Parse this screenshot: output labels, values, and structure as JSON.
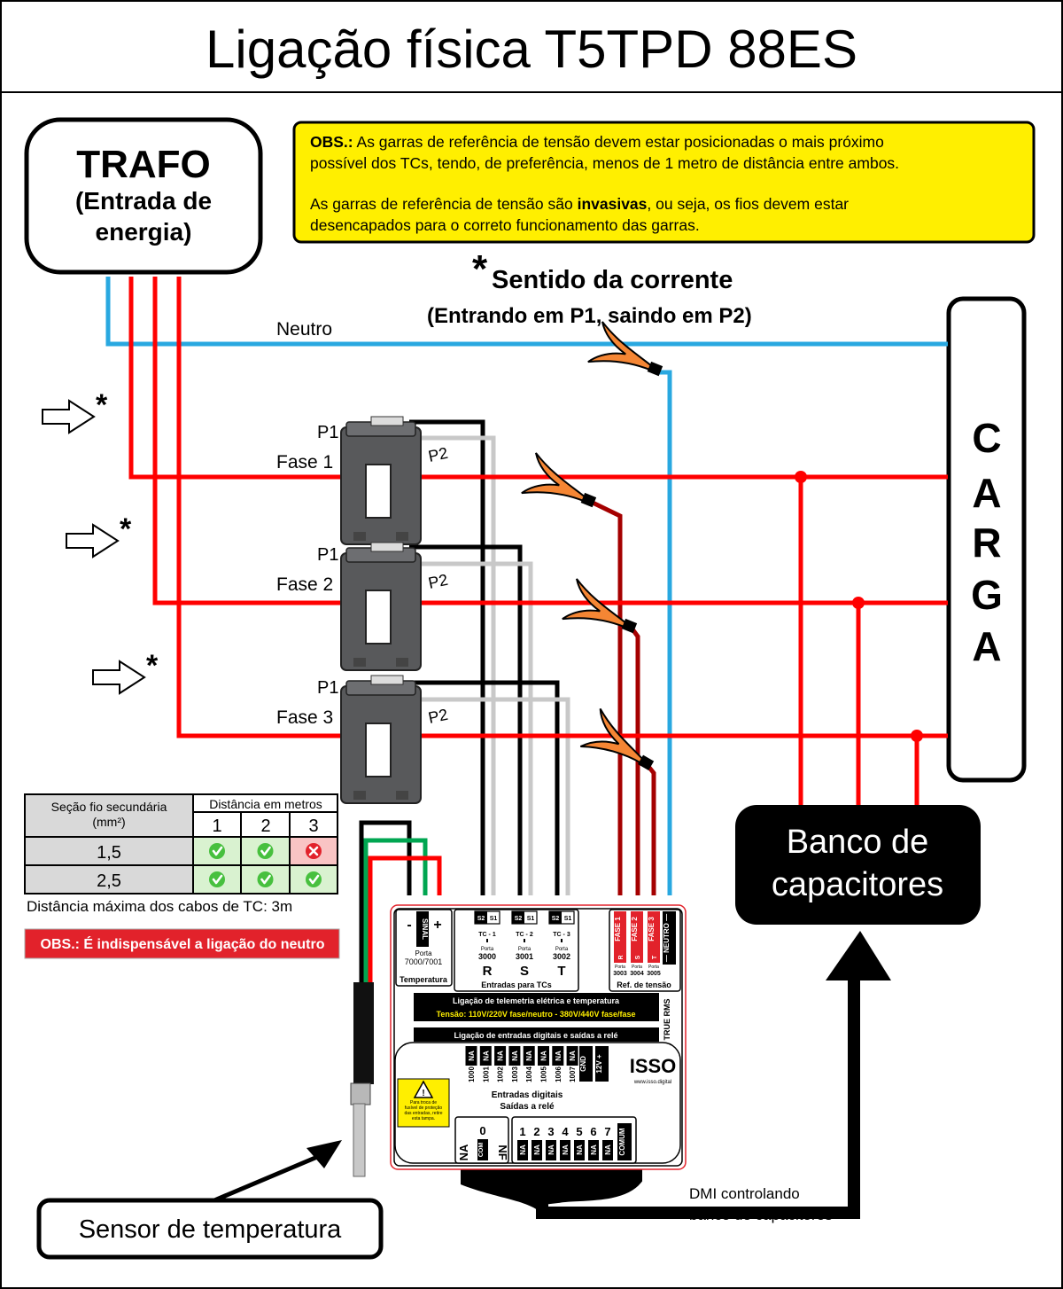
{
  "title": "Ligação física T5TPD 88ES",
  "trafo": {
    "line1": "TRAFO",
    "line2": "(Entrada de",
    "line3": "energia)"
  },
  "note": {
    "label": "OBS.:",
    "line1": " As garras de referência de tensão devem estar posicionadas o mais próximo",
    "line2": "possível dos TCs, tendo, de preferência, menos de 1 metro de distância entre ambos.",
    "line3_pre": "As garras de referência de tensão são ",
    "line3_bold": "invasivas",
    "line3_post": ", ou seja, os fios devem estar",
    "line4": "desencapados para o correto funcionamento das garras."
  },
  "current": {
    "star": "*",
    "title": "Sentido da corrente",
    "subtitle": "(Entrando em P1, saindo em P2)"
  },
  "neutro_label": "Neutro",
  "phases": [
    {
      "label": "Fase 1",
      "p1": "P1",
      "p2": "P2"
    },
    {
      "label": "Fase 2",
      "p1": "P1",
      "p2": "P2"
    },
    {
      "label": "Fase 3",
      "p1": "P1",
      "p2": "P2"
    }
  ],
  "arrow_star": "*",
  "carga": [
    "C",
    "A",
    "R",
    "G",
    "A"
  ],
  "capacitor": {
    "line1": "Banco  de",
    "line2": "capacitores"
  },
  "table": {
    "header_col1": [
      "Seção fio secundária",
      "(mm²)"
    ],
    "header_group": "Distância em metros",
    "distances": [
      "1",
      "2",
      "3"
    ],
    "rows": [
      {
        "section": "1,5",
        "ok": [
          true,
          true,
          false
        ]
      },
      {
        "section": "2,5",
        "ok": [
          true,
          true,
          true
        ]
      }
    ],
    "note": "Distância máxima dos cabos de TC: 3m",
    "warning": "OBS.: É indispensável a ligação do neutro"
  },
  "sensor_label": "Sensor de temperatura",
  "dmi_label": [
    "DMI  controlando",
    "banco de capacitores"
  ],
  "device": {
    "temp_section": {
      "minus": "-",
      "sinal": "SINAL",
      "plus": "+",
      "porta": "Porta",
      "ports": "7000/7001",
      "label": "Temperatura"
    },
    "tcs": [
      {
        "s2": "S2",
        "s1": "S1",
        "name": "TC - 1",
        "porta": "Porta",
        "port": "3000",
        "letter": "R"
      },
      {
        "s2": "S2",
        "s1": "S1",
        "name": "TC - 2",
        "porta": "Porta",
        "port": "3001",
        "letter": "S"
      },
      {
        "s2": "S2",
        "s1": "S1",
        "name": "TC - 3",
        "porta": "Porta",
        "port": "3002",
        "letter": "T"
      }
    ],
    "tc_section_label": "Entradas para TCs",
    "voltage_inputs": [
      {
        "label": "FASE 1",
        "letter": "R",
        "porta": "Porta",
        "port": "3003"
      },
      {
        "label": "FASE 2",
        "letter": "S",
        "porta": "Porta",
        "port": "3004"
      },
      {
        "label": "FASE 3",
        "letter": "T",
        "porta": "Porta",
        "port": "3005"
      }
    ],
    "neutro_input": "— NEUTRO —",
    "voltage_section_label": "Ref. de tensão",
    "banner1": "Ligação de telemetria elétrica e temperatura",
    "banner1_sub": "Tensão: 110V/220V fase/neutro - 380V/440V fase/fase",
    "true_rms": "TRUE RMS",
    "banner2": "Ligação de entradas digitais e saídas a relé",
    "digital_ports": [
      "1000",
      "1001",
      "1002",
      "1003",
      "1004",
      "1005",
      "1006",
      "1007"
    ],
    "na": "NA",
    "gnd": "GND",
    "v12": "12V +",
    "entradas_digitais": "Entradas digitais",
    "saidas_rele": "Saídas a relé",
    "brand": "ISSO",
    "brand_url": "www.isso.digital",
    "fuse_warning": [
      "Para troca de",
      "fusível de proteção",
      "das entradas, retire",
      "esta tampa."
    ],
    "relay0": {
      "num": "0",
      "na": "NA",
      "com": "COM",
      "nf": "NF"
    },
    "relays": [
      "1",
      "2",
      "3",
      "4",
      "5",
      "6",
      "7"
    ],
    "comum": "COMUM"
  },
  "colors": {
    "red": "#ff0000",
    "dark_red": "#a50000",
    "neutral_blue": "#29a8e0",
    "black": "#000000",
    "gray_wire": "#c8c8c8",
    "green_wire": "#00a651",
    "note_yellow": "#ffef00",
    "clamp_orange": "#f58634",
    "ct_gray": "#58595b",
    "ok_green": "#47c03e",
    "bad_red": "#e2222b",
    "warning_red": "#e2222b"
  }
}
